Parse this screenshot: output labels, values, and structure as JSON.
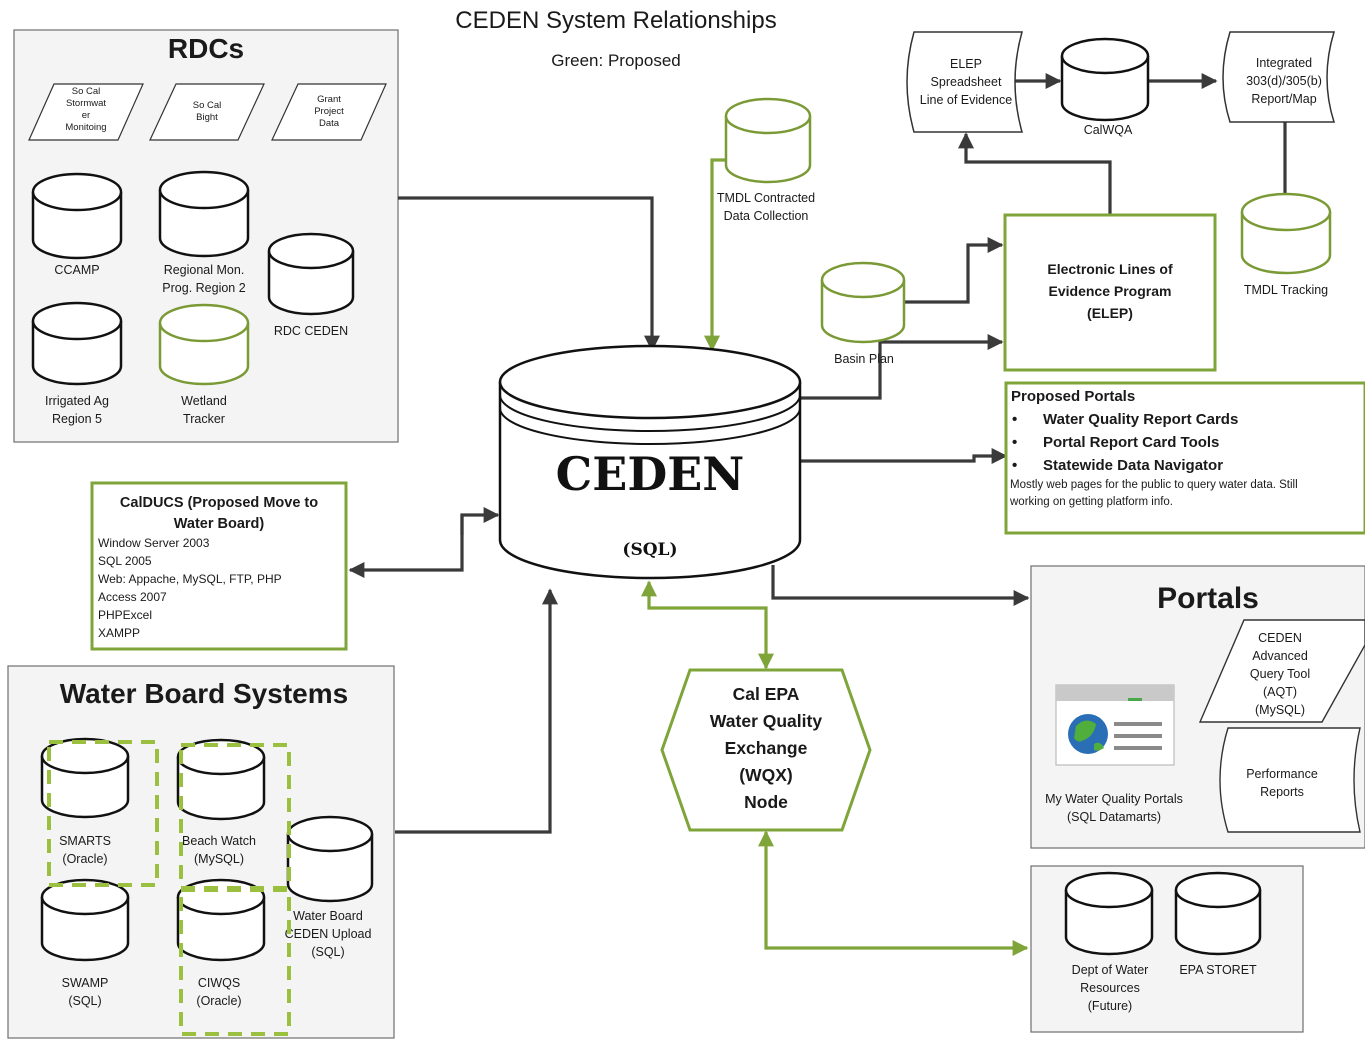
{
  "title": "CEDEN System Relationships",
  "subtitle": "Green: Proposed",
  "colors": {
    "proposed": "#7fa43a",
    "existing": "#3a3a3a",
    "panel": "#f4f4f4"
  },
  "rdcs": {
    "heading": "RDCs",
    "data_shapes": [
      [
        "So Cal",
        "Stormwat",
        "er",
        "Monitoing"
      ],
      [
        "So Cal",
        "Bight"
      ],
      [
        "Grant",
        "Project",
        "Data"
      ]
    ],
    "ccamp": [
      "CCAMP"
    ],
    "regional": [
      "Regional Mon.",
      "Prog. Region 2"
    ],
    "rdc_ceden": [
      "RDC CEDEN"
    ],
    "irrigated": [
      "Irrigated Ag",
      "Region 5"
    ],
    "wetland": [
      "Wetland",
      "Tracker"
    ]
  },
  "tmdl_contracted": [
    "TMDL Contracted",
    "Data Collection"
  ],
  "elep_sheet": [
    "ELEP",
    "Spreadsheet",
    "Line of Evidence"
  ],
  "calwqa": [
    "CalWQA"
  ],
  "integrated": [
    "Integrated",
    "303(d)/305(b)",
    "Report/Map"
  ],
  "tmdl_tracking": [
    "TMDL Tracking"
  ],
  "elep": [
    "Electronic Lines of",
    "Evidence Program",
    "(ELEP)"
  ],
  "basin_plan": [
    "Basin Plan"
  ],
  "proposed_portals": {
    "heading": "Proposed Portals",
    "bullets": [
      "Water Quality Report Cards",
      "Portal Report Card Tools",
      "Statewide Data Navigator"
    ],
    "note": [
      "Mostly web pages for the public to query water data. Still",
      "working on getting platform info."
    ]
  },
  "ceden": {
    "name": "CEDEN",
    "sub": "(SQL)"
  },
  "caldugs": {
    "heading": [
      "CalDUCS (Proposed Move to",
      "Water Board)"
    ],
    "lines": [
      "Window Server 2003",
      "SQL 2005",
      "Web: Appache, MySQL, FTP, PHP",
      "Access 2007",
      "PHPExcel",
      "XAMPP"
    ]
  },
  "wqx": [
    "Cal EPA",
    "Water Quality",
    "Exchange",
    "(WQX)",
    "Node"
  ],
  "portals": {
    "heading": "Portals",
    "aqt": [
      "CEDEN",
      "Advanced",
      "Query Tool",
      "(AQT)",
      "(MySQL)"
    ],
    "perf": [
      "Performance",
      "Reports"
    ],
    "mywater": [
      "My Water Quality Portals",
      "(SQL Datamarts)"
    ]
  },
  "water_board": {
    "heading": "Water Board Systems",
    "smarts": [
      "SMARTS",
      "(Oracle)"
    ],
    "beach": [
      "Beach Watch",
      "(MySQL)"
    ],
    "swamp": [
      "SWAMP",
      "(SQL)"
    ],
    "ciwqs": [
      "CIWQS",
      "(Oracle)"
    ],
    "upload": [
      "Water Board",
      "CEDEN Upload",
      "(SQL)"
    ]
  },
  "external": {
    "dwr": [
      "Dept of Water",
      "Resources",
      "(Future)"
    ],
    "storet": [
      "EPA STORET"
    ]
  }
}
